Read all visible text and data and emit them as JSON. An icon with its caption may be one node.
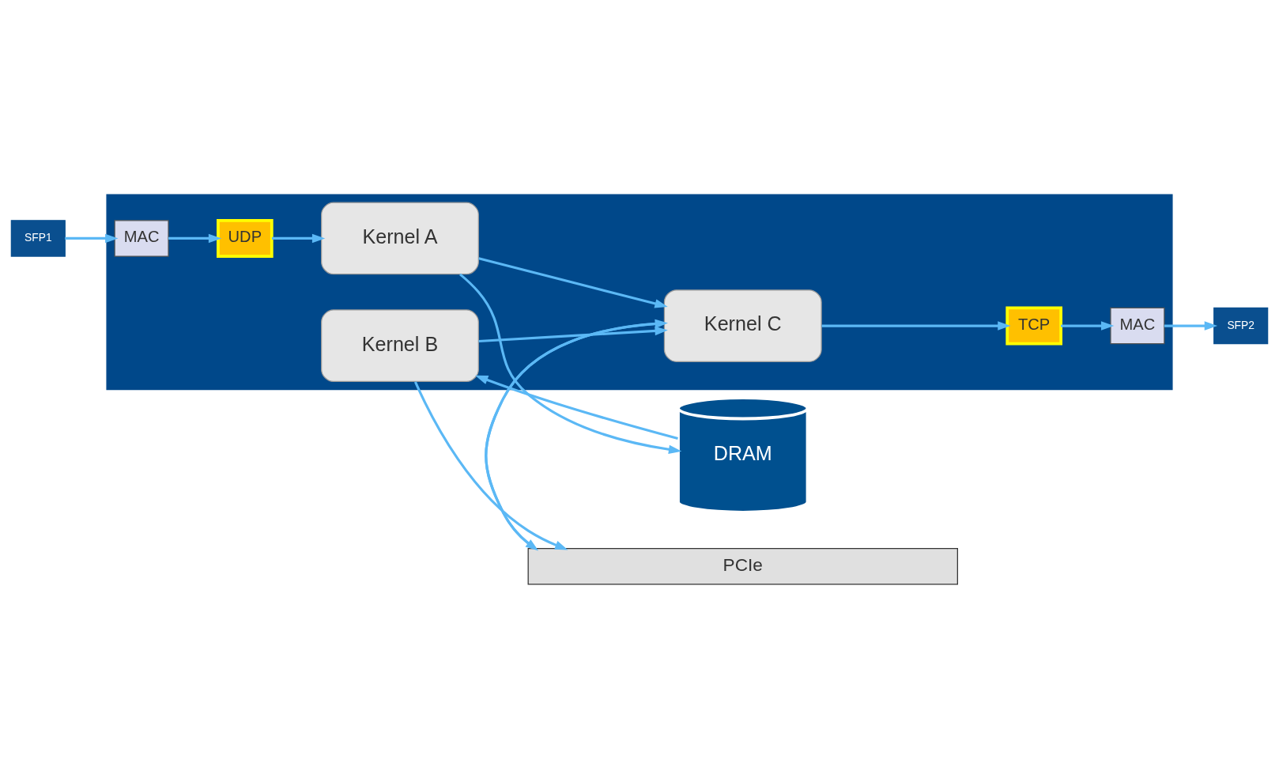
{
  "diagram": {
    "nodes": [
      {
        "text": [],
        "shape": "box"
      },
      {
        "text": [
          "UDP"
        ],
        "in": 0
      },
      {
        "text": [
          "MAC"
        ],
        "in": 0
      },
      {
        "text": [
          "SFP1"
        ]
      },
      {
        "text": [
          "Kernel A"
        ],
        "in": 0
      },
      {
        "text": [
          "DRAM"
        ]
      },
      {
        "text": [
          "Kernel C"
        ],
        "in": 0
      },
      {
        "text": [
          "TCP"
        ],
        "in": 0
      },
      {
        "text": [
          "MAC"
        ],
        "in": 0
      },
      {
        "text": [
          "SFP2"
        ]
      },
      {
        "text": [
          "Kernel B"
        ],
        "in": 0
      },
      {
        "text": [
          "PCIe"
        ]
      }
    ],
    "edges": [
      {
        "from": 3,
        "to": 2,
        "arrow": "to"
      },
      {
        "from": 2,
        "to": 1,
        "arrow": "to"
      },
      {
        "from": 1,
        "to": 4,
        "arrow": "to"
      },
      {
        "from": 4,
        "to": 5,
        "arrow": "to"
      },
      {
        "from": 4,
        "to": 6,
        "arrow": "to"
      },
      {
        "from": 10,
        "to": 6,
        "arrow": "to"
      },
      {
        "from": 6,
        "to": 7,
        "arrow": "to"
      },
      {
        "from": 7,
        "to": 8,
        "arrow": "to"
      },
      {
        "from": 8,
        "to": 9,
        "arrow": "to"
      },
      {
        "from": 5,
        "to": 10,
        "arrow": "to"
      },
      {
        "from": 10,
        "to": 11,
        "arrow": "to"
      },
      {
        "from": 6,
        "to": 11,
        "arrow": "to"
      },
      {
        "from": 11,
        "to": 6,
        "arrow": "to"
      }
    ]
  }
}
